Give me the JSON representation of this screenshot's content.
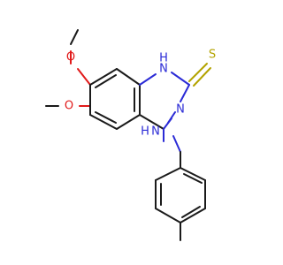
{
  "molecule": {
    "atoms": {
      "o_upper": "O",
      "o_lower": "O",
      "nh_ring": "H",
      "n_ring_h": "N",
      "s_thione": "S",
      "n_ring": "N",
      "n_amine": "N",
      "nh_amine": "H"
    }
  },
  "colors": {
    "bond": "#1a1a1a",
    "nitrogen": "#2b2bd6",
    "oxygen": "#e11a1a",
    "sulfur": "#b3a300"
  }
}
